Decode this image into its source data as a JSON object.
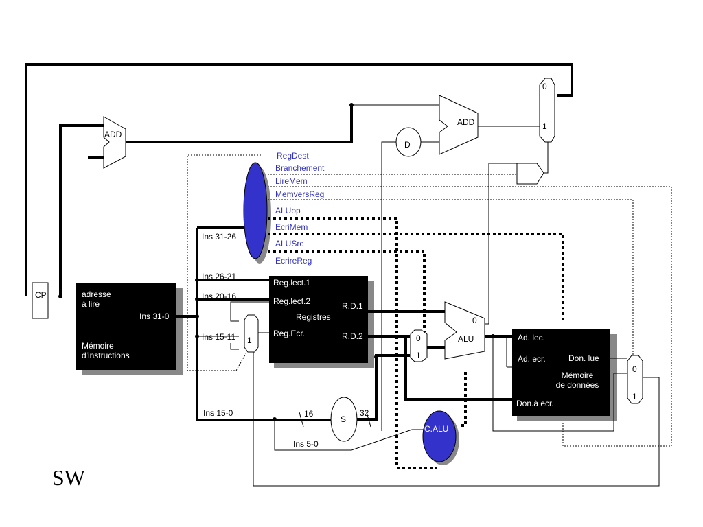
{
  "slide_title": "SW",
  "pc": {
    "label": "CP"
  },
  "adders": {
    "pc_add": "ADD",
    "branch_add": "ADD"
  },
  "d_block": {
    "label": "D"
  },
  "instr_mem": {
    "addr_label": "adresse\nà lire",
    "out_label": "Ins 31-0",
    "name": "Mémoire\nd'instructions"
  },
  "fields": {
    "op": "Ins 31-26",
    "rs": "Ins 26-21",
    "rt": "Ins 20-16",
    "rd": "Ins 15-11",
    "imm": "Ins 15-0",
    "funct": "Ins 5-0"
  },
  "control_signals": [
    "RegDest",
    "Branchement",
    "LireMem",
    "MemversReg",
    "ALUop",
    "EcriMem",
    "ALUSrc",
    "EcrireReg"
  ],
  "registers": {
    "read1": "Reg.lect.1",
    "read2": "Reg.lect.2",
    "name": "Registres",
    "write": "Reg.Ecr.",
    "rd1": "R.D.1",
    "rd2": "R.D.2"
  },
  "mux_reg": {
    "in1": "1"
  },
  "mux_alu": {
    "in0": "0",
    "in1": "1"
  },
  "mux_branch": {
    "in0": "0",
    "in1": "1"
  },
  "mux_mem": {
    "in0": "0",
    "in1": "1"
  },
  "sign_ext": {
    "label": "S",
    "in_width": "16",
    "out_width": "32"
  },
  "alu": {
    "label": "ALU",
    "zero": "0"
  },
  "alu_control": {
    "label": "C.ALU"
  },
  "data_mem": {
    "read_addr": "Ad. lec.",
    "write_addr": "Ad. ecr.",
    "read_data": "Don. lue",
    "name": "Mémoire\nde données",
    "write_data": "Don.à ecr."
  }
}
